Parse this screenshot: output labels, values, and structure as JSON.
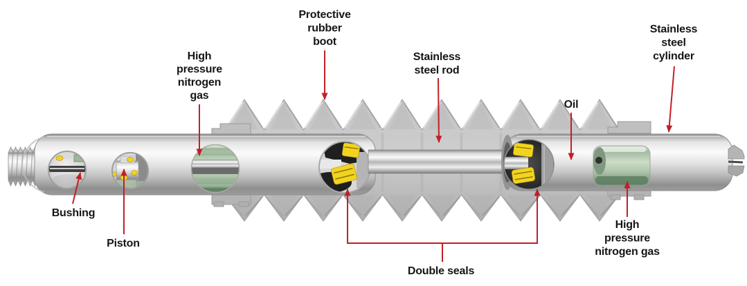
{
  "labels": {
    "bushing": {
      "text": "Bushing"
    },
    "piston": {
      "text": "Piston"
    },
    "nitrogen_left": {
      "lines": [
        "High",
        "pressure",
        "nitrogen",
        "gas"
      ]
    },
    "boot": {
      "lines": [
        "Protective",
        "rubber",
        "boot"
      ]
    },
    "rod": {
      "lines": [
        "Stainless",
        "steel rod"
      ]
    },
    "oil": {
      "text": "Oil"
    },
    "cylinder": {
      "lines": [
        "Stainless",
        "steel",
        "cylinder"
      ]
    },
    "double_seals": {
      "text": "Double seals"
    },
    "nitrogen_right": {
      "lines": [
        "High",
        "pressure",
        "nitrogen gas"
      ]
    }
  },
  "colors": {
    "arrow": "#c21f26",
    "label": "#151515",
    "gas_green": "#9db69b",
    "seal_yellow": "#f2d41f",
    "boot_gray": "#c6c6c6",
    "background": "#ffffff"
  }
}
